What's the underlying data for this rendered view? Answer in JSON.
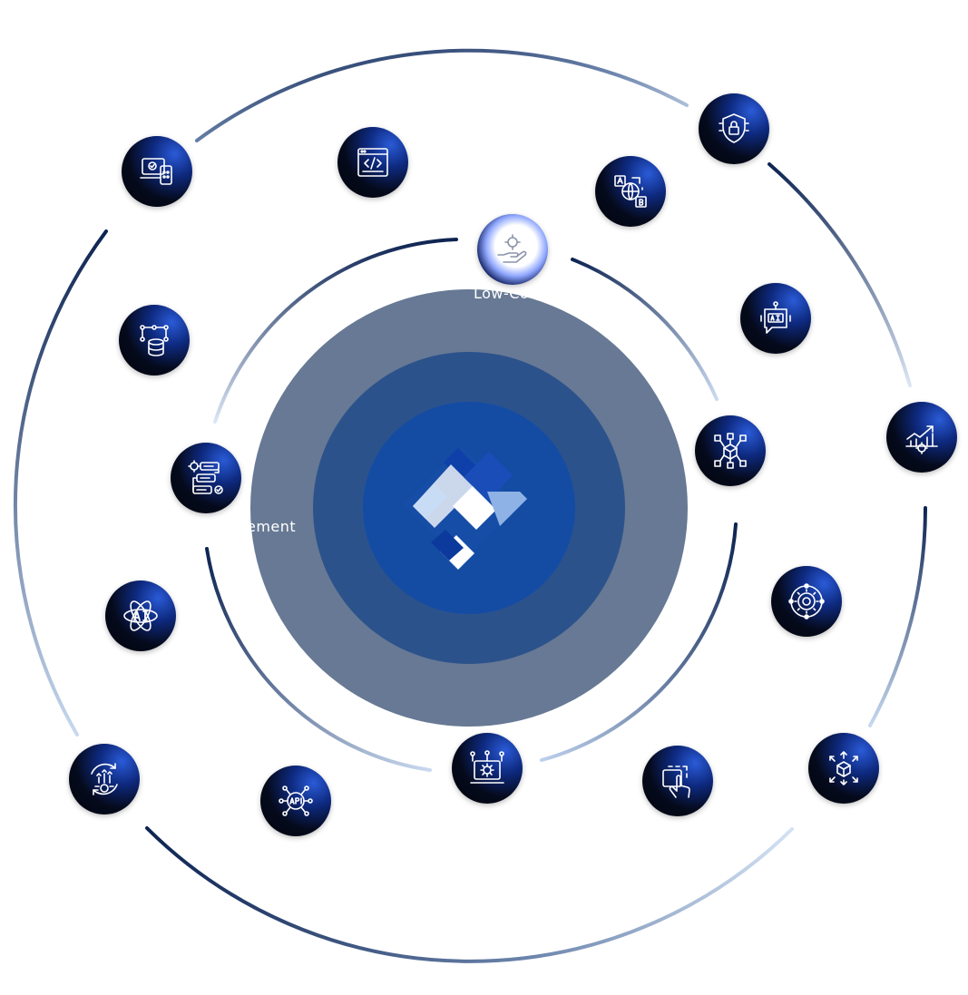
{
  "labels": {
    "top": "Low-Co",
    "left": "ement"
  },
  "colors": {
    "outer_disc": "#677994",
    "middle_disc": "#2c528c",
    "inner_disc": "#144ca4",
    "ring_dark": "#0d2452",
    "ring_light": "#a9c3e6",
    "node_dark": "#02050d",
    "node_accent": "#2a5bd7"
  },
  "nodes": [
    {
      "id": "node-device-check",
      "icon": "laptop-phone-check-icon"
    },
    {
      "id": "node-code-window",
      "icon": "code-window-icon"
    },
    {
      "id": "node-translation",
      "icon": "globe-translate-icon"
    },
    {
      "id": "node-security",
      "icon": "shield-lock-icon"
    },
    {
      "id": "node-hand-gear",
      "icon": "hand-gear-icon"
    },
    {
      "id": "node-database-network",
      "icon": "database-network-icon"
    },
    {
      "id": "node-ai-chatbot",
      "icon": "ai-chatbot-icon"
    },
    {
      "id": "node-analytics",
      "icon": "chart-gear-icon"
    },
    {
      "id": "node-workflow",
      "icon": "workflow-process-icon"
    },
    {
      "id": "node-cube-network",
      "icon": "cube-network-icon"
    },
    {
      "id": "node-ai-atom",
      "icon": "ai-atom-icon"
    },
    {
      "id": "node-gear-cycle",
      "icon": "gear-cycle-icon"
    },
    {
      "id": "node-growth-cycle",
      "icon": "growth-cycle-icon"
    },
    {
      "id": "node-api",
      "icon": "api-network-icon"
    },
    {
      "id": "node-laptop-gear",
      "icon": "laptop-gear-icon"
    },
    {
      "id": "node-touch",
      "icon": "touch-gesture-icon"
    },
    {
      "id": "node-cube-arrows",
      "icon": "cube-arrows-icon"
    }
  ],
  "center_logo": "logo-icon"
}
